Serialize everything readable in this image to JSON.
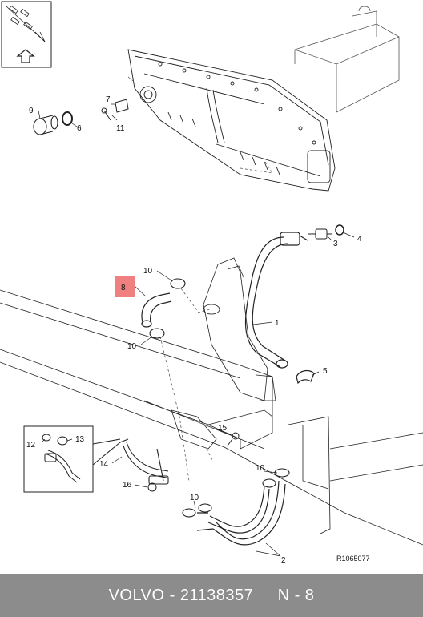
{
  "diagram": {
    "reference_code": "R1065077",
    "highlighted_part": "8",
    "highlight_color": "#f08080",
    "callouts": {
      "c1": "1",
      "c2": "2",
      "c3": "3",
      "c4": "4",
      "c5": "5",
      "c6": "6",
      "c7": "7",
      "c8": "8",
      "c9": "9",
      "c10a": "10",
      "c10b": "10",
      "c10c": "10",
      "c10d": "10",
      "c11": "11",
      "c12": "12",
      "c13": "13",
      "c14": "14",
      "c15": "15",
      "c16": "16"
    },
    "orientation_icon": "up-arrow-icon"
  },
  "footer": {
    "text": "VOLVO - 21138357     N - 8",
    "background": "#8c8c8c"
  }
}
